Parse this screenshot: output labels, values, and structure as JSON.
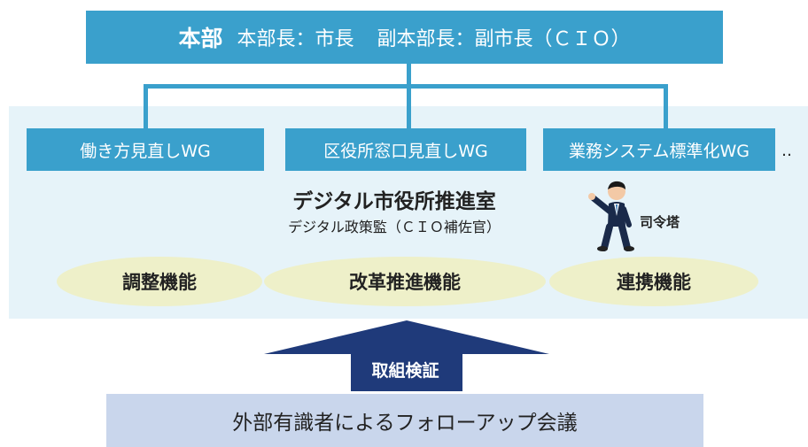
{
  "headquarters": {
    "name": "本部",
    "head": "本部長：市長",
    "deputy": "副本部長：副市長（ＣＩＯ）"
  },
  "working_groups": [
    {
      "label": "働き方見直しWG"
    },
    {
      "label": "区役所窓口見直しWG"
    },
    {
      "label": "業務システム標準化WG"
    }
  ],
  "working_groups_more": "‥",
  "office": {
    "title": "デジタル市役所推進室",
    "subtitle": "デジタル政策監（ＣＩＯ補佐官）",
    "command_label": "司令塔",
    "command_icon": "businessman-pointing-icon"
  },
  "functions": [
    {
      "label": "調整機能"
    },
    {
      "label": "改革推進機能"
    },
    {
      "label": "連携機能"
    }
  ],
  "verification": {
    "label": "取組検証",
    "icon": "up-arrow-icon"
  },
  "external_meeting": {
    "label": "外部有識者によるフォローアップ会議"
  },
  "colors": {
    "box_blue": "#3aa0cc",
    "panel_bg": "#e6f3f9",
    "function_bg": "#eef0c9",
    "arrow": "#1f3a7a",
    "meeting_bg": "#c9d6ec"
  }
}
